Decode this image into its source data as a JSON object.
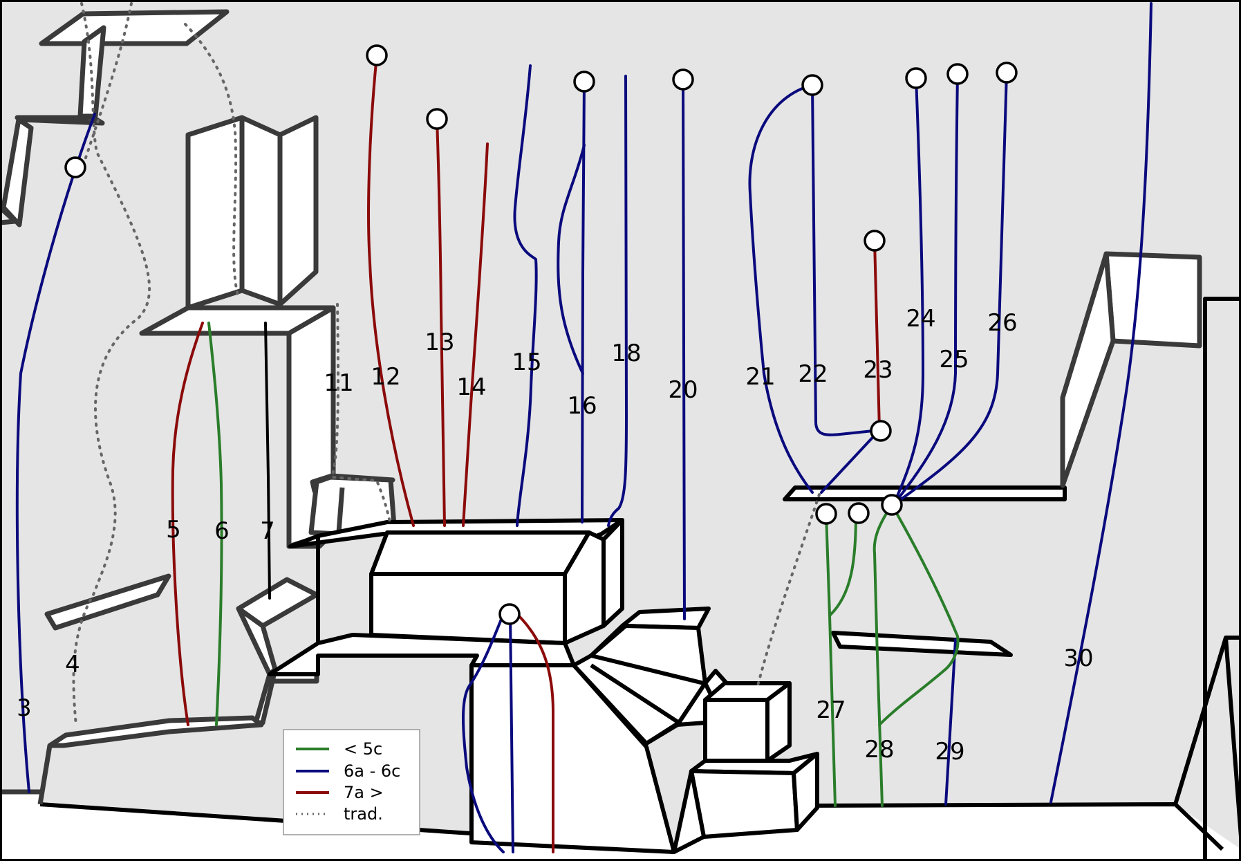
{
  "colors": {
    "wall": "#e5e5e5",
    "easy": "#2a7d2a",
    "mid": "#0a0a7d",
    "hard": "#8b0a0a",
    "trad": "#666666"
  },
  "legend": {
    "items": [
      {
        "key": "easy",
        "label": "< 5c"
      },
      {
        "key": "mid",
        "label": "6a - 6c"
      },
      {
        "key": "hard",
        "label": "7a >"
      },
      {
        "key": "trad",
        "label": "trad."
      }
    ]
  },
  "routes": [
    {
      "number": "3",
      "grade": "mid"
    },
    {
      "number": "4",
      "grade": "trad"
    },
    {
      "number": "5",
      "grade": "hard"
    },
    {
      "number": "6",
      "grade": "easy"
    },
    {
      "number": "7",
      "grade": "black"
    },
    {
      "number": "11",
      "grade": "trad"
    },
    {
      "number": "12",
      "grade": "hard"
    },
    {
      "number": "13",
      "grade": "hard"
    },
    {
      "number": "14",
      "grade": "hard"
    },
    {
      "number": "15",
      "grade": "mid"
    },
    {
      "number": "16",
      "grade": "mid"
    },
    {
      "number": "18",
      "grade": "mid"
    },
    {
      "number": "20",
      "grade": "mid"
    },
    {
      "number": "21",
      "grade": "mid"
    },
    {
      "number": "22",
      "grade": "mid"
    },
    {
      "number": "23",
      "grade": "hard"
    },
    {
      "number": "24",
      "grade": "mid"
    },
    {
      "number": "25",
      "grade": "mid"
    },
    {
      "number": "26",
      "grade": "mid"
    },
    {
      "number": "27",
      "grade": "easy"
    },
    {
      "number": "28",
      "grade": "easy"
    },
    {
      "number": "29",
      "grade": "mid"
    },
    {
      "number": "30",
      "grade": "mid"
    }
  ]
}
